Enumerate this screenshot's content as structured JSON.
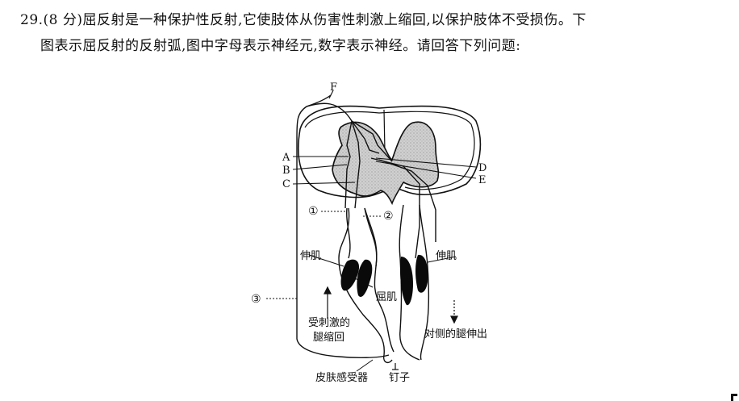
{
  "question": {
    "number": "29.",
    "points": "(8 分)",
    "line1": "29.(8 分)屈反射是一种保护性反射,它使肢体从伤害性刺激上缩回,以保护肢体不受损伤。下",
    "line2": "图表示屈反射的反射弧,图中字母表示神经元,数字表示神经。请回答下列问题:"
  },
  "diagram": {
    "neuron_labels": [
      "A",
      "B",
      "C",
      "D",
      "E",
      "F"
    ],
    "nerve_labels": [
      "①",
      "②",
      "③"
    ],
    "muscle_labels": {
      "extensor_left": "伸肌",
      "extensor_right": "伸肌",
      "flexor": "屈肌"
    },
    "annotations": {
      "stimulated_leg": [
        "受刺激的",
        "腿缩回"
      ],
      "opposite_leg": "对侧的腿伸出",
      "receptor": "皮肤感受器",
      "nail": "钉子"
    },
    "colors": {
      "ink": "#111111",
      "gray_matter": "#c8c8c8",
      "muscle": "#0a0a0a",
      "background": "#ffffff"
    }
  }
}
